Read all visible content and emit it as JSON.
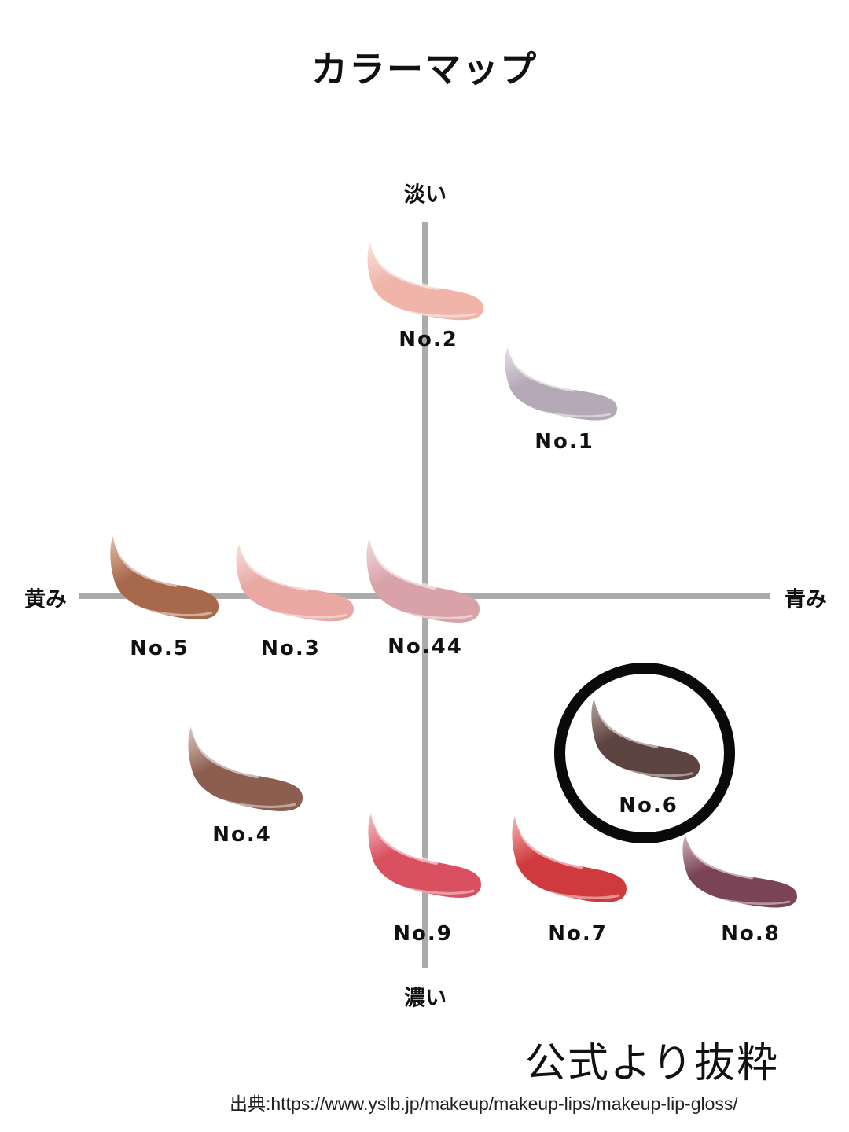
{
  "title": "カラーマップ",
  "axes": {
    "top": "淡い",
    "bottom": "濃い",
    "left": "黄み",
    "right": "青み"
  },
  "swatches": [
    {
      "label": "No.2",
      "color": "#f0b4a8",
      "highlight": "#fbe2dc"
    },
    {
      "label": "No.1",
      "color": "#b5a9b8",
      "highlight": "#e6e0ea"
    },
    {
      "label": "No.5",
      "color": "#a8684c",
      "highlight": "#e2bfae"
    },
    {
      "label": "No.3",
      "color": "#e9a8a2",
      "highlight": "#f9e1de"
    },
    {
      "label": "No.44",
      "color": "#d9a2a8",
      "highlight": "#f3dde0"
    },
    {
      "label": "No.4",
      "color": "#8c5e50",
      "highlight": "#e1c8c0"
    },
    {
      "label": "No.6",
      "color": "#5e4440",
      "highlight": "#b8a8a4"
    },
    {
      "label": "No.9",
      "color": "#d95060",
      "highlight": "#f6c4c8"
    },
    {
      "label": "No.7",
      "color": "#cf3a3e",
      "highlight": "#f4b8b6"
    },
    {
      "label": "No.8",
      "color": "#7a4456",
      "highlight": "#d8b8c0"
    }
  ],
  "highlighted": "No.6",
  "note": "公式より抜粋",
  "source": "出典:https://www.yslb.jp/makeup/makeup-lips/makeup-lip-gloss/"
}
